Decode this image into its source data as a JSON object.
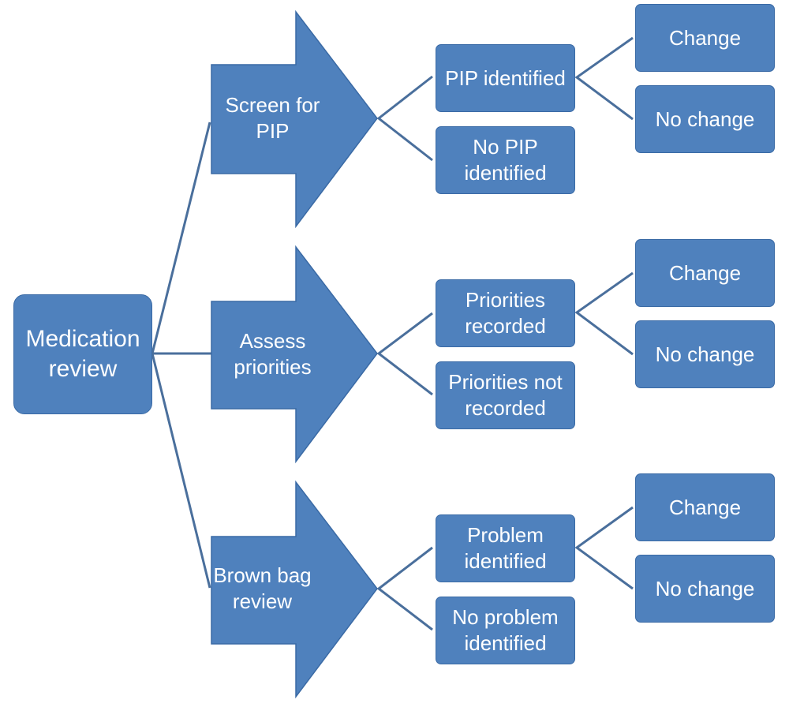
{
  "colors": {
    "fill": "#4f81bd",
    "stroke": "#3a6aa5",
    "connector": "#4a6f9c",
    "text": "#ffffff"
  },
  "root": {
    "label": "Medication\nreview"
  },
  "branches": [
    {
      "arrow_label": "Screen for\nPIP",
      "outcomes": [
        {
          "label": "PIP identified",
          "sub": [
            "Change",
            "No change"
          ]
        },
        {
          "label": "No PIP\nidentified"
        }
      ]
    },
    {
      "arrow_label": "Assess\npriorities",
      "outcomes": [
        {
          "label": "Priorities\nrecorded",
          "sub": [
            "Change",
            "No change"
          ]
        },
        {
          "label": "Priorities not\nrecorded"
        }
      ]
    },
    {
      "arrow_label": "Brown bag\nreview",
      "outcomes": [
        {
          "label": "Problem\nidentified",
          "sub": [
            "Change",
            "No change"
          ]
        },
        {
          "label": "No problem\nidentified"
        }
      ]
    }
  ]
}
